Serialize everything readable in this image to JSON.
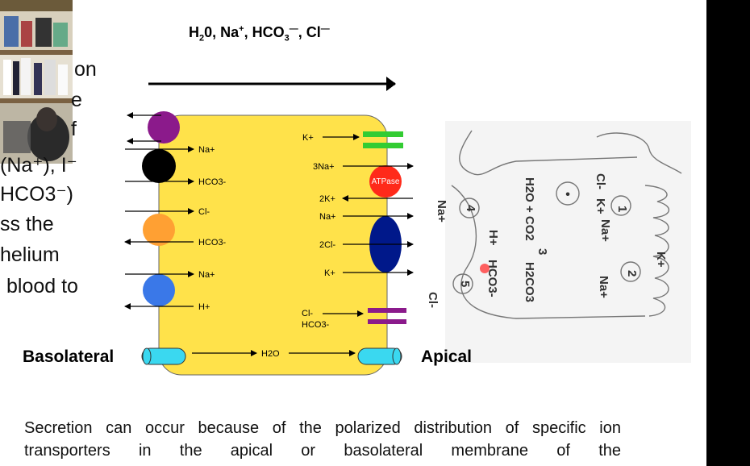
{
  "title": {
    "main": "H",
    "sub1": "2",
    "mid": "0, Na",
    "sup1": "+",
    "mid2": ", HCO",
    "sub2": "3",
    "sup2": "—",
    "end": ", Cl",
    "sup3": "—"
  },
  "labels": {
    "basolateral": "Basolateral",
    "apical": "Apical"
  },
  "background_text": [
    "on",
    "e",
    "f",
    "(Na⁺), I⁻",
    "HCO3⁻)",
    "ss the",
    "helium",
    "blood to"
  ],
  "basolateral_transport": [
    "Na+",
    "HCO3-",
    "Cl-",
    "HCO3-",
    "Na+",
    "H+"
  ],
  "apical_transport": [
    "K+",
    "3Na+",
    "2K+",
    "Na+",
    "2Cl-",
    "K+",
    "Cl-",
    "HCO3-"
  ],
  "atpase_label": "ATPase",
  "water_label": "H2O",
  "sketch": {
    "left_ions": [
      "Na+",
      "H+",
      "Cl-"
    ],
    "equation": [
      "H2O + CO2",
      "H2CO3",
      "HCO3-"
    ],
    "right_ions": [
      "Cl-",
      "K+",
      "Na+",
      "K+",
      "Na+"
    ],
    "numbers": [
      "1",
      "2",
      "3",
      "4",
      "5"
    ]
  },
  "caption": "Secretion can occur because of the polarized distribution of specific ion transporters in the apical or basolateral membrane of the",
  "colors": {
    "cell": "#ffe24a",
    "purple": "#8b1a8b",
    "orange": "#ffa033",
    "blue": "#3a78e8",
    "navy": "#00188a",
    "atpase": "#ff2a1a",
    "cyan": "#3ad8f0",
    "green": "#33cc33"
  }
}
